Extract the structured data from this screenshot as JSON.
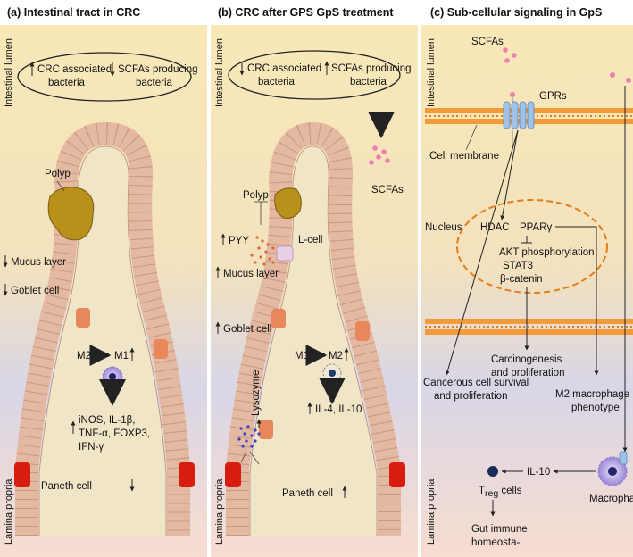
{
  "panels": {
    "a": {
      "title": "(a)  Intestinal tract in CRC",
      "oval_left": "CRC associated",
      "oval_left_2": "bacteria",
      "oval_right": "SCFAs producing",
      "oval_right_2": "bacteria",
      "polyp": "Polyp",
      "mucus": "Mucus layer",
      "goblet": "Goblet cell",
      "m2": "M2",
      "m1": "M1",
      "cytokines_1": "iNOS, IL-1β,",
      "cytokines_2": "TNF-α, FOXP3,",
      "cytokines_3": "IFN-γ",
      "paneth": "Paneth cell"
    },
    "b": {
      "title": "(b)  CRC after GPS GpS treatment",
      "oval_left": "CRC associated",
      "oval_left_2": "bacteria",
      "oval_right": "SCFAs producing",
      "oval_right_2": "bacteria",
      "scfas": "SCFAs",
      "polyp": "Polyp",
      "pyy": "PYY",
      "lcell": "L-cell",
      "mucus": "Mucus layer",
      "goblet": "Goblet cell",
      "m1": "M1",
      "m2": "M2",
      "lysozyme": "Lysozyme",
      "cytokines": "IL-4, IL-10",
      "paneth": "Paneth cell"
    },
    "c": {
      "title": "(c)  Sub-cellular signaling in GpS",
      "scfas": "SCFAs",
      "gprs": "GPRs",
      "membrane": "Cell membrane",
      "nucleus": "Nucleus",
      "hdac": "HDAC",
      "ppar": "PPARγ",
      "akt": "AKT phosphorylation",
      "stat3": "STAT3",
      "bcat": "β-catenin",
      "carcino_1": "Carcinogenesis",
      "carcino_2": "and proliferation",
      "cancer_1": "Cancerous cell survival",
      "cancer_2": "and proliferation",
      "m2_1": "M2 macrophage",
      "m2_2": "phenotype",
      "il10": "IL-10",
      "treg": "T",
      "treg_sub": "reg",
      "treg_cells": " cells",
      "macrophage": "Macrophage",
      "gut_1": "Gut immune",
      "gut_2": "homeosta-"
    }
  },
  "side_labels": {
    "lumen": "Intestinal lumen",
    "propria": "Lamina propria"
  },
  "colors": {
    "bg_top": "#f8e8b8",
    "bg_mid": "#dcd6e4",
    "bg_bottom": "#f6dcd0",
    "arrow_blue": "#1f6fb5",
    "membrane": "#f39a3a",
    "cell": "#f7cdb4",
    "cell_dark": "#e8875a",
    "paneth": "#d81d10",
    "polyp": "#b8901a",
    "scfa_dot": "#ee7fb0"
  }
}
